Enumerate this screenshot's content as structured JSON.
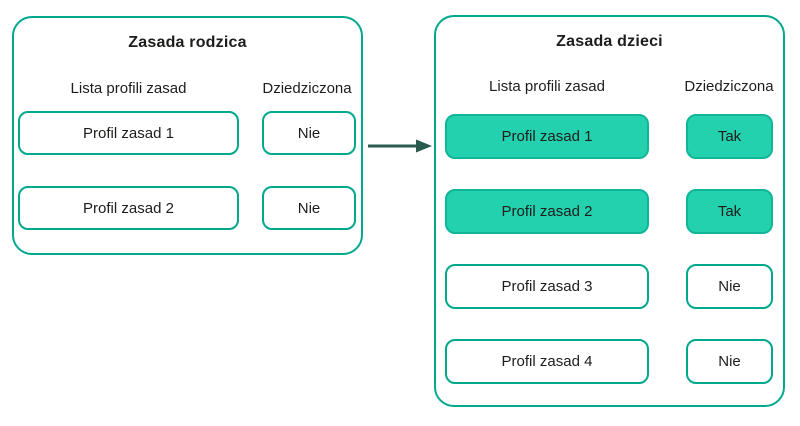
{
  "colors": {
    "outline": "#00a88e",
    "highlight_fill": "#23d1ae",
    "highlight_border": "#10b698",
    "text": "#1d1d1b",
    "arrow": "#2a5950",
    "background": "#ffffff"
  },
  "parent": {
    "title": "Zasada rodzica",
    "col_profiles": "Lista profili zasad",
    "col_inherited": "Dziedziczona",
    "rows": [
      {
        "profile": "Profil zasad 1",
        "inherited": "Nie",
        "highlighted": false
      },
      {
        "profile": "Profil zasad 2",
        "inherited": "Nie",
        "highlighted": false
      }
    ]
  },
  "child": {
    "title": "Zasada dzieci",
    "col_profiles": "Lista profili zasad",
    "col_inherited": "Dziedziczona",
    "rows": [
      {
        "profile": "Profil zasad 1",
        "inherited": "Tak",
        "highlighted": true
      },
      {
        "profile": "Profil zasad 2",
        "inherited": "Tak",
        "highlighted": true
      },
      {
        "profile": "Profil zasad 3",
        "inherited": "Nie",
        "highlighted": false
      },
      {
        "profile": "Profil zasad 4",
        "inherited": "Nie",
        "highlighted": false
      }
    ]
  },
  "arrow_icon": "arrow-right"
}
